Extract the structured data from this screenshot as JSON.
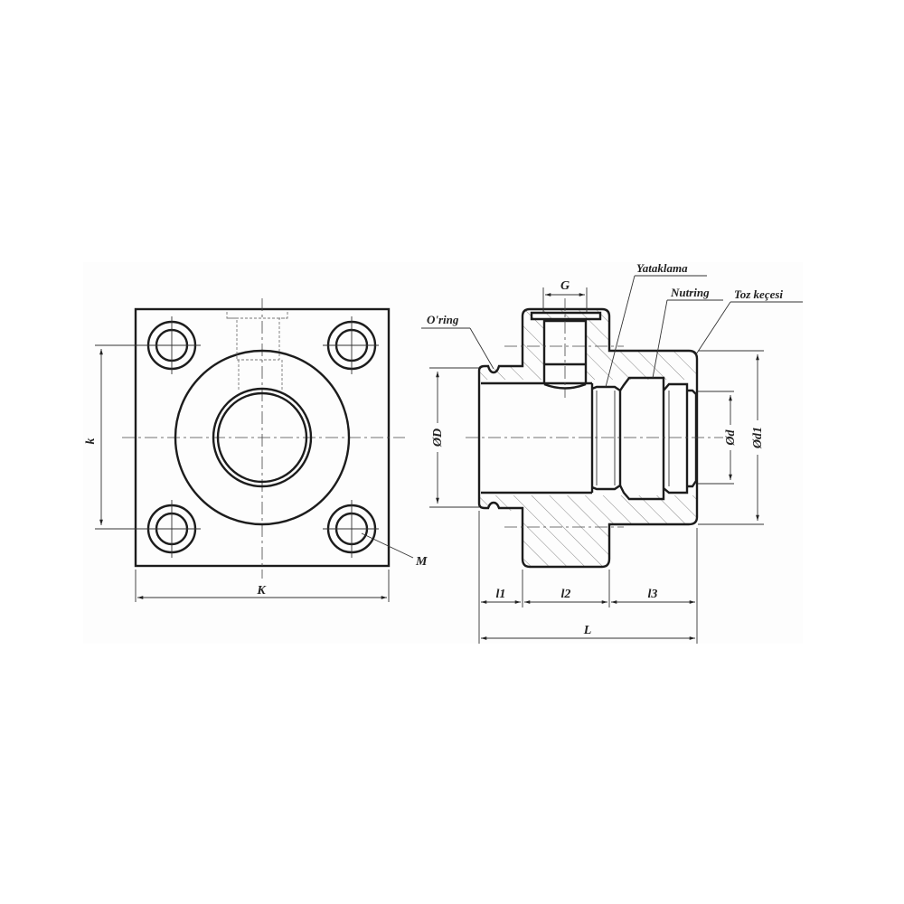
{
  "drawing": {
    "front_view": {
      "dimensions": {
        "width_label": "K",
        "hole_spacing_label": "k",
        "bolt_label": "M"
      }
    },
    "section_view": {
      "port_label": "G",
      "callouts": {
        "oring": "O'ring",
        "yataklama": "Yataklama",
        "nutring": "Nutring",
        "toz_kecesi": "Toz keçesi"
      },
      "diameters": {
        "outer_pilot": "ØD",
        "rod": "Ød",
        "body": "Ød1"
      },
      "lengths": {
        "l1": "l1",
        "l2": "l2",
        "l3": "l3",
        "total": "L"
      }
    }
  }
}
